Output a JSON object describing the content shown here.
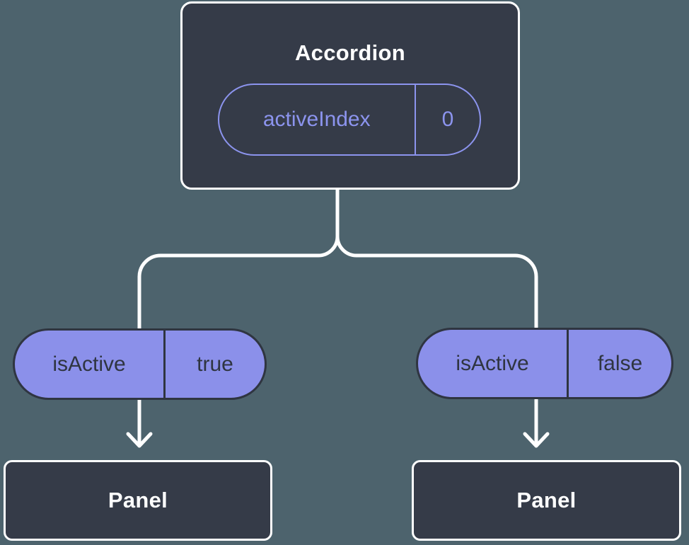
{
  "colors": {
    "bg": "#4D636D",
    "box_fill": "#353B48",
    "ink": "#2F3541",
    "accent": "#8C94EE",
    "accent_fill": "#8B90EA",
    "line": "#FFFFFF"
  },
  "tree": {
    "root": {
      "label": "Accordion",
      "state": {
        "key": "activeIndex",
        "value": "0"
      }
    },
    "branches": [
      {
        "prop": {
          "key": "isActive",
          "value": "true"
        },
        "child": {
          "label": "Panel"
        }
      },
      {
        "prop": {
          "key": "isActive",
          "value": "false"
        },
        "child": {
          "label": "Panel"
        }
      }
    ]
  }
}
